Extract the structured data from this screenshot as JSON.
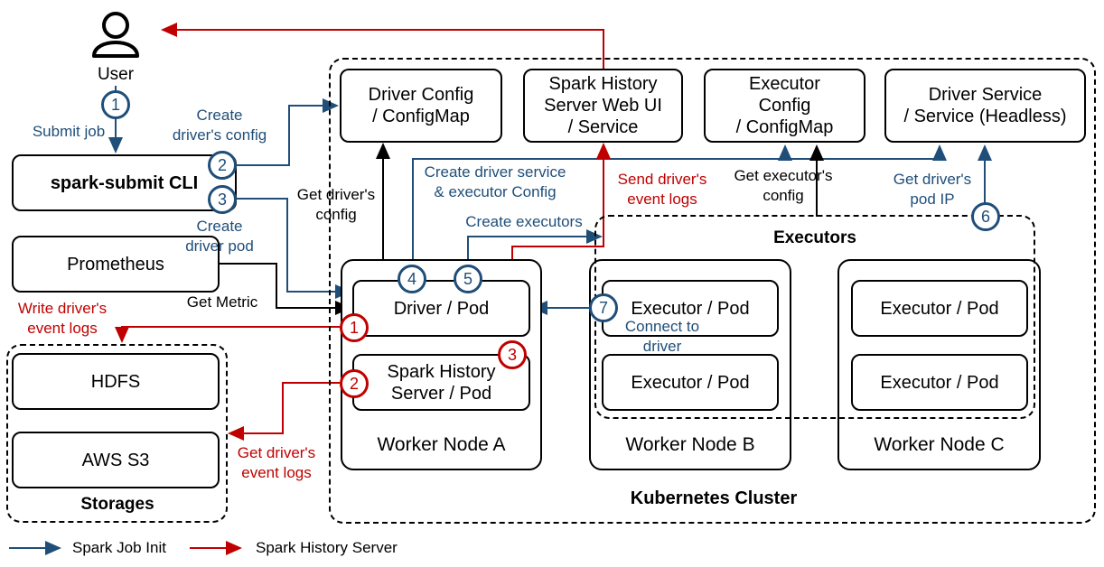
{
  "user": {
    "label": "User"
  },
  "cli": {
    "label": "spark-submit CLI"
  },
  "prometheus": {
    "label": "Prometheus"
  },
  "storages": {
    "title": "Storages",
    "hdfs": "HDFS",
    "s3": "AWS S3"
  },
  "cluster": {
    "title": "Kubernetes Cluster"
  },
  "configs": {
    "driver_config": "Driver Config\n/ ConfigMap",
    "history_ui": "Spark History\nServer Web UI\n/ Service",
    "executor_config": "Executor\nConfig\n/ ConfigMap",
    "driver_service": "Driver Service\n/ Service (Headless)"
  },
  "nodes": {
    "a": {
      "label": "Worker Node A",
      "driver": "Driver / Pod",
      "history": "Spark History\nServer / Pod"
    },
    "b": {
      "label": "Worker Node B",
      "exec1": "Executor / Pod",
      "exec2": "Executor / Pod"
    },
    "c": {
      "label": "Worker Node C",
      "exec1": "Executor / Pod",
      "exec2": "Executor / Pod"
    }
  },
  "executors_group": {
    "title": "Executors"
  },
  "labels": {
    "submit_job": "Submit job",
    "create_driver_config": "Create\ndriver's config",
    "create_driver_pod": "Create\ndriver pod",
    "get_driver_config": "Get driver's\nconfig",
    "create_service_exec_config": "Create driver service\n& executor Config",
    "create_executors": "Create executors",
    "send_event_logs": "Send driver's\nevent logs",
    "get_executor_config": "Get executor's\nconfig",
    "get_driver_pod_ip": "Get driver's\npod IP",
    "connect_to_driver": "Connect to\ndriver",
    "get_metric": "Get Metric",
    "write_event_logs": "Write driver's\nevent logs",
    "get_event_logs": "Get driver's\nevent logs"
  },
  "badges": {
    "b1": "1",
    "b2": "2",
    "b3": "3",
    "b4": "4",
    "b5": "5",
    "b6": "6",
    "b7": "7",
    "r1": "1",
    "r2": "2",
    "r3": "3"
  },
  "legend": {
    "blue": "Spark Job Init",
    "red": "Spark History Server"
  },
  "colors": {
    "init": "#1f4e79",
    "history": "#c00000"
  }
}
